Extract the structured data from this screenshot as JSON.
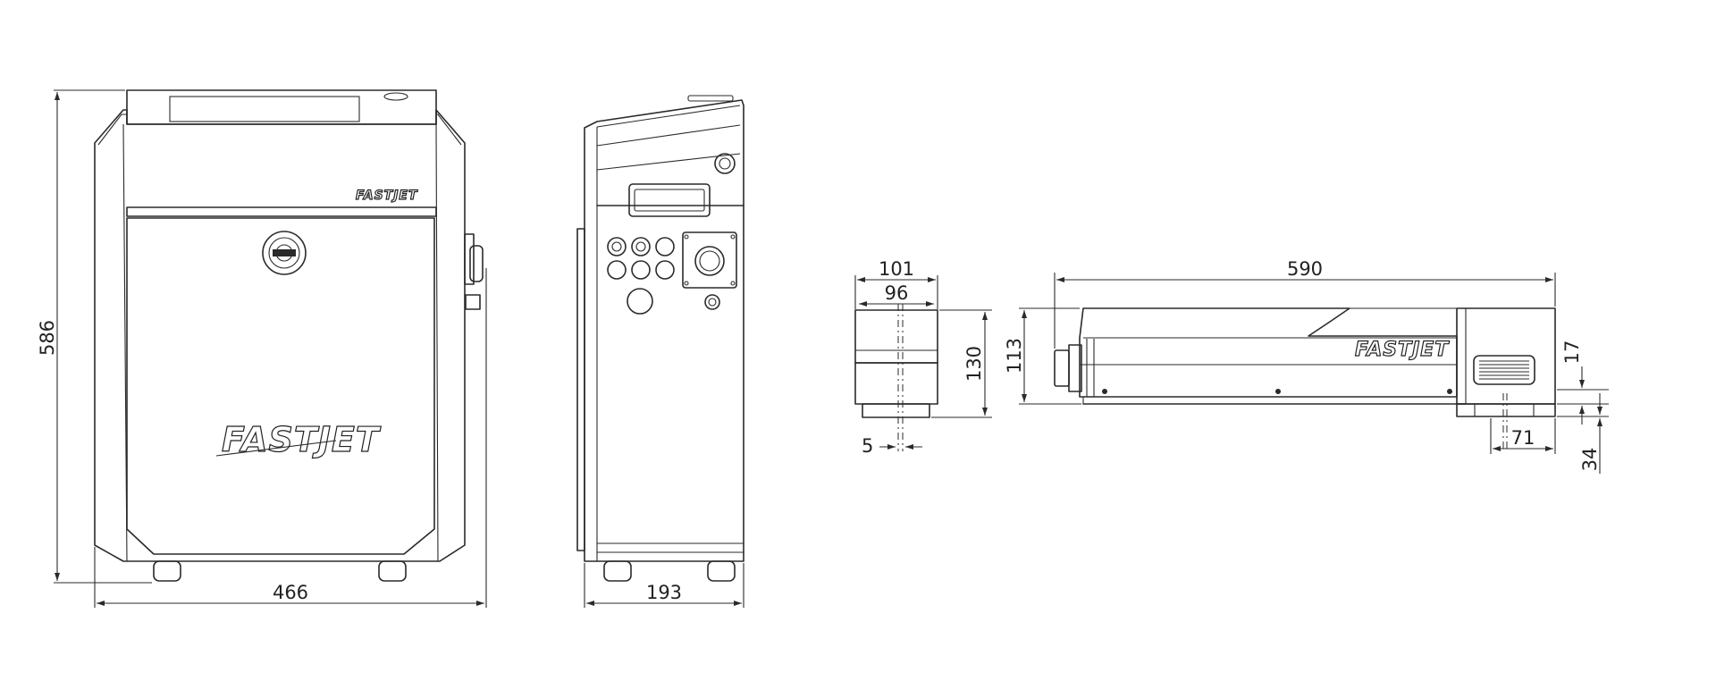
{
  "brand": {
    "logo_text": "FASTJET"
  },
  "dimensions": {
    "front_height": "586",
    "front_width": "466",
    "side_width": "193",
    "head_end_width_outer": "101",
    "head_end_width_inner": "96",
    "head_end_height": "130",
    "head_end_offset": "5",
    "head_length": "590",
    "head_height": "113",
    "nozzle_height": "17",
    "nozzle_width": "71",
    "nozzle_drop": "34"
  },
  "colors": {
    "line": "#2a2a2a",
    "background": "#ffffff"
  }
}
